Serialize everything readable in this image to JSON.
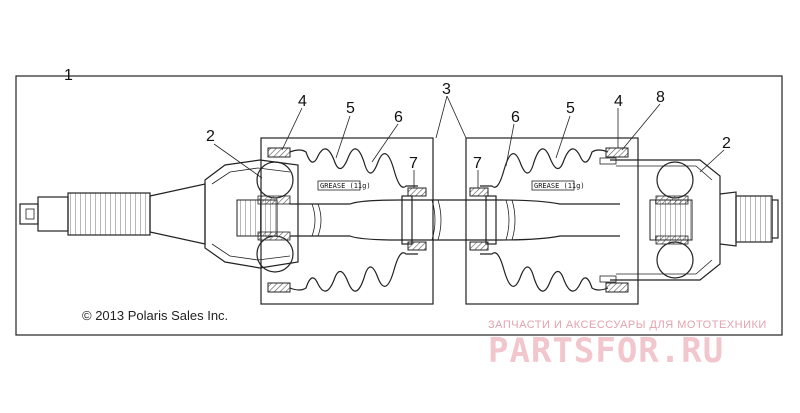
{
  "callouts": {
    "c1": "1",
    "c2_left": "2",
    "c2_right": "2",
    "c3": "3",
    "c4_left": "4",
    "c4_right": "4",
    "c5_left": "5",
    "c5_right": "5",
    "c6_left": "6",
    "c6_right": "6",
    "c7_left": "7",
    "c7_right": "7",
    "c8": "8"
  },
  "boot_labels": {
    "left": "GREASE (11g)",
    "right": "GREASE (11g)"
  },
  "copyright": "© 2013 Polaris Sales Inc.",
  "watermark": {
    "subtitle": "ЗАПЧАСТИ И АКСЕССУАРЫ ДЛЯ МОТОТЕХНИКИ",
    "brand": "PARTSFOR.RU"
  },
  "colors": {
    "line": "#222222",
    "hatch": "#555555",
    "watermark_main": "#f2c6cd",
    "watermark_sub": "#e3a3ad"
  }
}
